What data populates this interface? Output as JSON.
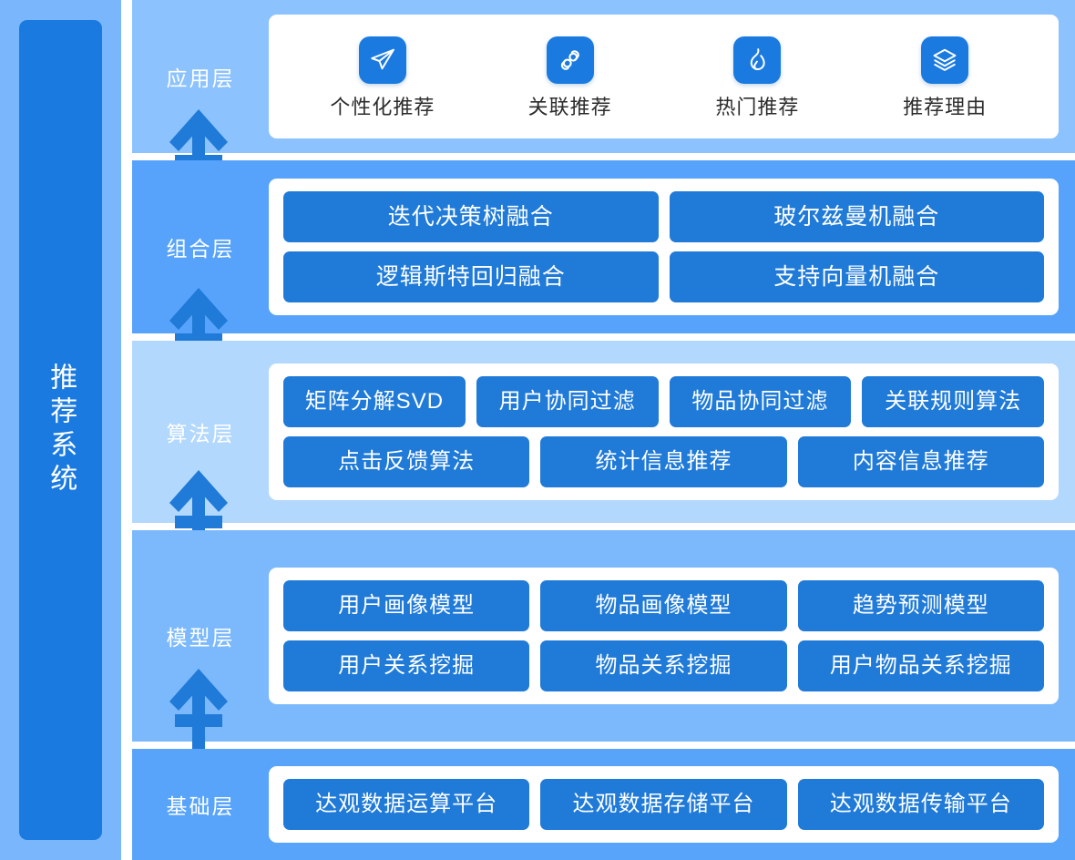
{
  "title_rail": {
    "label": "推荐系统",
    "bg": "#1a7ae0",
    "rail_bg": "#79b6fb"
  },
  "colors": {
    "pill": "#1f7ad8",
    "tile": "#1a7ae0",
    "arrow": "#1f7ad8",
    "band_app": "#8cc2fd",
    "band_composition": "#57a3fb",
    "band_algorithm": "#b3d8fe",
    "band_model": "#7cb9fc",
    "band_base": "#58a4fb",
    "card": "#ffffff"
  },
  "layers": {
    "application": {
      "label": "应用层",
      "items": [
        {
          "icon": "paper-plane-icon",
          "label": "个性化推荐"
        },
        {
          "icon": "link-chain-icon",
          "label": "关联推荐"
        },
        {
          "icon": "flame-icon",
          "label": "热门推荐"
        },
        {
          "icon": "layers-stack-icon",
          "label": "推荐理由"
        }
      ]
    },
    "composition": {
      "label": "组合层",
      "rows": [
        [
          "迭代决策树融合",
          "玻尔兹曼机融合"
        ],
        [
          "逻辑斯特回归融合",
          "支持向量机融合"
        ]
      ]
    },
    "algorithm": {
      "label": "算法层",
      "rows": [
        [
          "矩阵分解SVD",
          "用户协同过滤",
          "物品协同过滤",
          "关联规则算法"
        ],
        [
          "点击反馈算法",
          "统计信息推荐",
          "内容信息推荐"
        ]
      ]
    },
    "model": {
      "label": "模型层",
      "rows": [
        [
          "用户画像模型",
          "物品画像模型",
          "趋势预测模型"
        ],
        [
          "用户关系挖掘",
          "物品关系挖掘",
          "用户物品关系挖掘"
        ]
      ]
    },
    "base": {
      "label": "基础层",
      "rows": [
        [
          "达观数据运算平台",
          "达观数据存储平台",
          "达观数据传输平台"
        ]
      ]
    }
  },
  "arrows": {
    "count": 4,
    "direction": "up",
    "name": "upward-flow-arrow"
  }
}
